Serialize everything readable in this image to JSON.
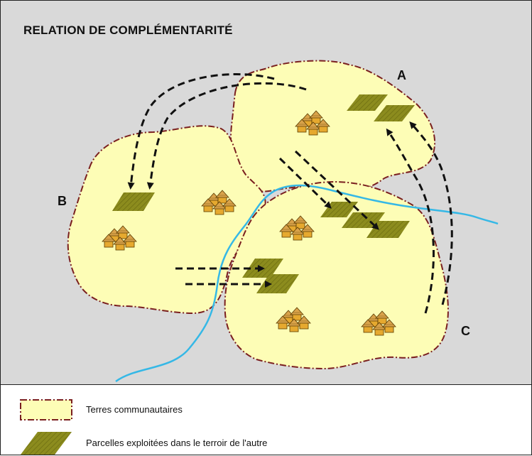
{
  "title": "RELATION DE COMPLÉMENTARITÉ",
  "zones": {
    "a": "A",
    "b": "B",
    "c": "C"
  },
  "legend": {
    "territory": "Terres communautaires",
    "plots": "Parcelles exploitées dans le terroir de l'autre"
  },
  "colors": {
    "background": "#d9d9d9",
    "territory_fill": "#fdfdb6",
    "territory_border": "#7a1f1f",
    "plot": "#8c8c1e",
    "river": "#35b8e6",
    "arrow": "#111111",
    "hut": "#e6a92f"
  },
  "icons": [
    "hut-cluster-icon",
    "plot-icon",
    "river",
    "dashed-arrow"
  ]
}
